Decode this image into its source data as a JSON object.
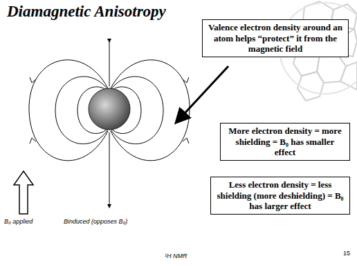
{
  "diagram": {
    "title": "Diamagnetic Anisotropy",
    "nodes": [
      {
        "text": [
          "Valence electron density around an atom helps “protect” it from the magnetic field"
        ]
      },
      {
        "text": [
          "More electron density = more shielding = B₀ has smaller effect"
        ]
      },
      {
        "text": [
          "Less electron density = less shielding (more deshielding) = B₀ has larger effect"
        ]
      }
    ],
    "labels": [
      "B₀ applied",
      "Binduced (opposes B₀)",
      "¹H NMR",
      "15"
    ]
  }
}
